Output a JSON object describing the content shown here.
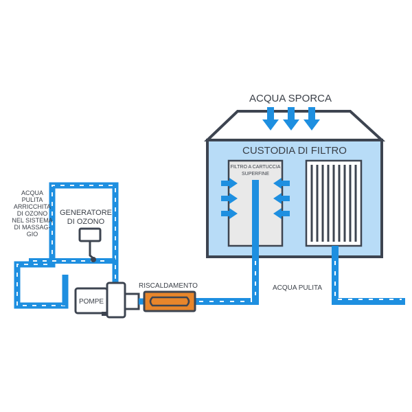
{
  "labels": {
    "dirty_water": "ACQUA SPORCA",
    "filter_housing": "CUSTODIA DI FILTRO",
    "cartridge_line1": "FILTRO A CARTUCCIA",
    "cartridge_line2": "SUPERFINE",
    "ozone_generator_line1": "GENERATORE",
    "ozone_generator_line2": "DI OZONO",
    "clean_water_ozone_lines": [
      "ACQUA",
      "PULITA",
      "ARRICCHITA",
      "DI OZONO",
      "NEL SISTEMA",
      "DI MASSAG-",
      "GIO"
    ],
    "pumps": "POMPE",
    "heating": "RISCALDAMENTO",
    "clean_water": "ACQUA PULITA"
  },
  "colors": {
    "water_blue": "#1e8fe0",
    "housing_fill": "#b8dcf7",
    "outline_dark": "#3d4450",
    "heater_orange": "#e8862b",
    "cartridge_grey": "#e9e9e9",
    "text_dark": "#3a3f47"
  },
  "icons": {
    "flow_arrows": "arrow-icon",
    "pump": "pump-icon",
    "heater": "heater-icon",
    "ozone_generator": "ozone-generator-icon"
  }
}
